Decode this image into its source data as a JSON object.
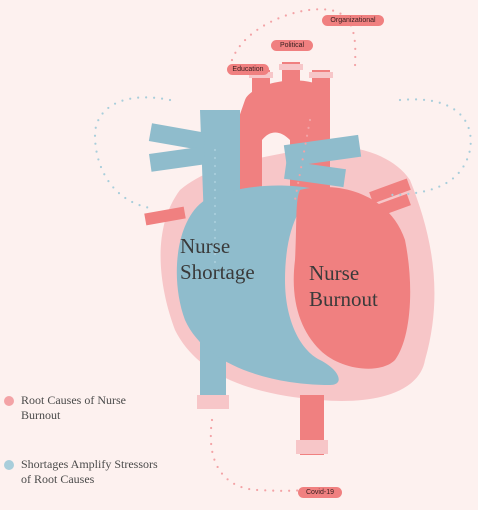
{
  "colors": {
    "background": "#fdf1ef",
    "heart_outer": "#f7c6c8",
    "blue": "#8fbccc",
    "red": "#f08080",
    "dots_blue": "#a8cedb",
    "dots_red": "#f3a3a6"
  },
  "labels": {
    "nurse_shortage": [
      "Nurse",
      "Shortage"
    ],
    "nurse_burnout": [
      "Nurse",
      "Burnout"
    ]
  },
  "tags": {
    "organizational": "Organizational",
    "political": "Political",
    "education": "Education",
    "covid": "Covid-19"
  },
  "legend": [
    {
      "text": "Root Causes of Nurse Burnout",
      "color": "#f3a3a6"
    },
    {
      "text": "Shortages Amplify Stressors of Root Causes",
      "color": "#a8cedb"
    }
  ]
}
